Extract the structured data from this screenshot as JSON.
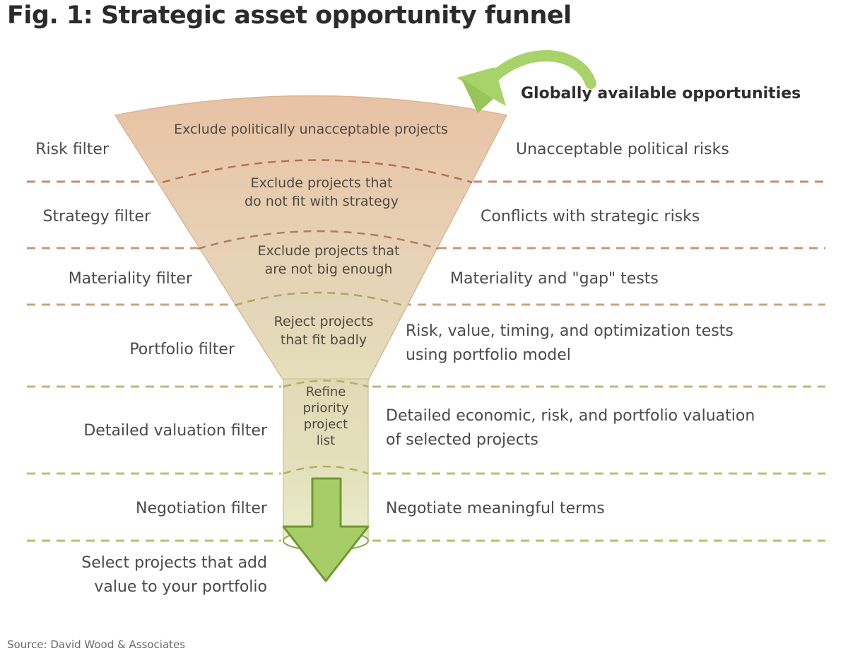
{
  "figure": {
    "title": "Fig. 1: Strategic asset opportunity funnel",
    "entry_label": "Globally available opportunities",
    "source": "Source: David Wood & Associates",
    "final_outcome": [
      "Select projects that add",
      "value to your portfolio"
    ]
  },
  "stages": [
    {
      "filter": "Risk filter",
      "funnel_text": [
        "Exclude politically unacceptable projects"
      ],
      "description": [
        "Unacceptable political risks"
      ],
      "color": "#e8c4a8"
    },
    {
      "filter": "Strategy filter",
      "funnel_text": [
        "Exclude projects that",
        "do not fit with strategy"
      ],
      "description": [
        "Conflicts with strategic risks"
      ],
      "color": "#e9cdb0"
    },
    {
      "filter": "Materiality filter",
      "funnel_text": [
        "Exclude projects that",
        "are not big enough"
      ],
      "description": [
        "Materiality and \"gap\" tests"
      ],
      "color": "#eacfb2"
    },
    {
      "filter": "Portfolio filter",
      "funnel_text": [
        "Reject projects",
        "that fit badly"
      ],
      "description": [
        "Risk, value, timing, and optimization tests",
        "using portfolio model"
      ],
      "color": "#e6d8b8"
    },
    {
      "filter": "Detailed valuation filter",
      "funnel_text": [
        "Refine",
        "priority",
        "project",
        "list"
      ],
      "description": [
        "Detailed economic, risk, and portfolio valuation",
        "of selected projects"
      ],
      "color": "#e2dcb8"
    },
    {
      "filter": "Negotiation filter",
      "funnel_text": [],
      "description": [
        "Negotiate meaningful terms"
      ],
      "color": "#e6e8c4"
    }
  ],
  "colors": {
    "arrow_green": "#9cc65a",
    "arrow_green_dark": "#6e9a32",
    "divider_top": "#c97f63",
    "divider_mid": "#c9a06a",
    "divider_bottom": "#b8bf6a",
    "funnel_outline": "#cfae92"
  }
}
